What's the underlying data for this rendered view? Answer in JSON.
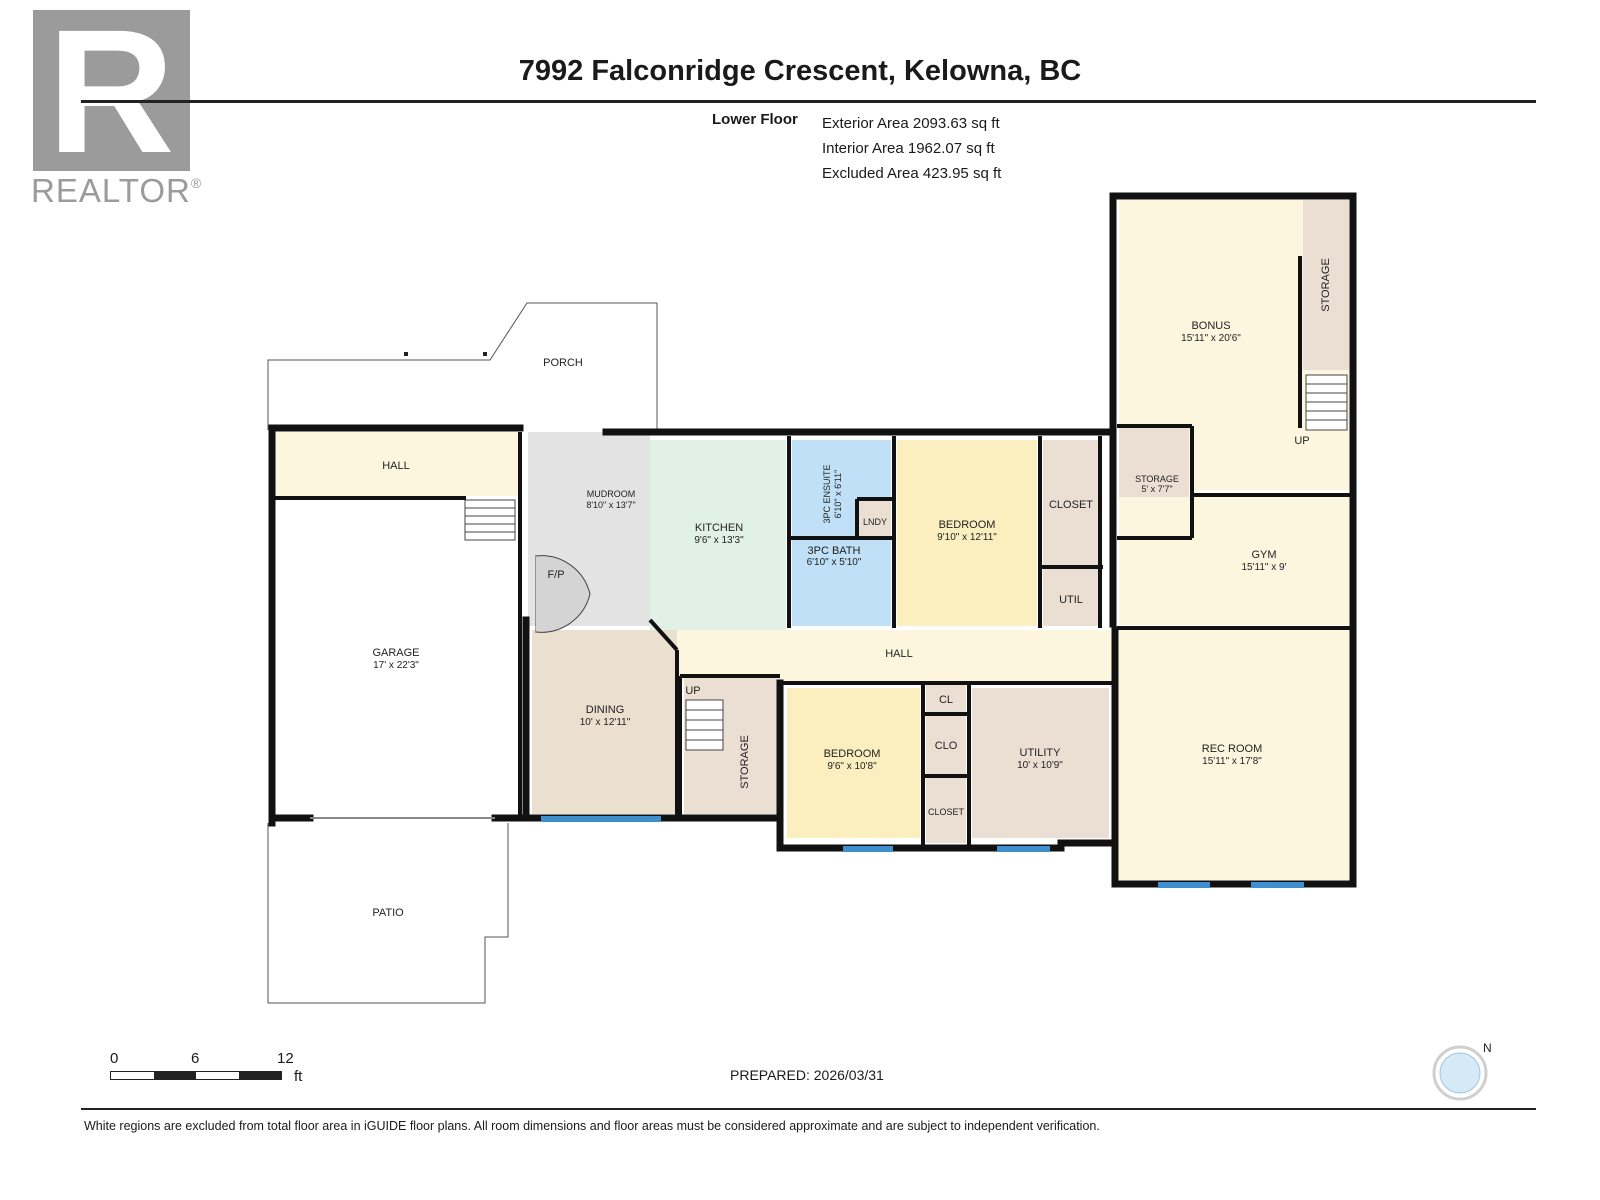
{
  "logo": {
    "letter": "R",
    "word": "REALTOR",
    "mark": "®"
  },
  "title": "7992 Falconridge Crescent, Kelowna, BC",
  "floor_label": "Lower Floor",
  "areas": [
    "Exterior Area 2093.63 sq ft",
    "Interior Area 1962.07 sq ft",
    "Excluded Area 423.95 sq ft"
  ],
  "rooms": {
    "porch": {
      "name": "PORCH"
    },
    "hall_top": {
      "name": "HALL"
    },
    "mudroom": {
      "name": "MUDROOM",
      "dim": "8'10\" x 13'7\""
    },
    "fireplace": {
      "name": "F/P"
    },
    "kitchen": {
      "name": "KITCHEN",
      "dim": "9'6\" x 13'3\""
    },
    "ensuite": {
      "name": "3PC ENSUITE",
      "dim": "6'10\" x 6'11\""
    },
    "laundry": {
      "name": "LNDY"
    },
    "bath": {
      "name": "3PC BATH",
      "dim": "6'10\" x 5'10\""
    },
    "bedroom1": {
      "name": "BEDROOM",
      "dim": "9'10\" x 12'11\""
    },
    "closet1": {
      "name": "CLOSET"
    },
    "util": {
      "name": "UTIL"
    },
    "bonus": {
      "name": "BONUS",
      "dim": "15'11\" x 20'6\""
    },
    "bonus_storage": {
      "name": "STORAGE"
    },
    "up1": {
      "name": "UP"
    },
    "storage_small": {
      "name": "STORAGE",
      "dim": "5' x 7'7\""
    },
    "gym": {
      "name": "GYM",
      "dim": "15'11\" x 9'"
    },
    "garage": {
      "name": "GARAGE",
      "dim": "17' x 22'3\""
    },
    "hall_main": {
      "name": "HALL"
    },
    "dining": {
      "name": "DINING",
      "dim": "10' x 12'11\""
    },
    "up2": {
      "name": "UP"
    },
    "storage_stair": {
      "name": "STORAGE"
    },
    "bedroom2": {
      "name": "BEDROOM",
      "dim": "9'6\" x 10'8\""
    },
    "cl": {
      "name": "CL"
    },
    "clo": {
      "name": "CLO"
    },
    "closet2": {
      "name": "CLOSET"
    },
    "utility": {
      "name": "UTILITY",
      "dim": "10' x 10'9\""
    },
    "rec": {
      "name": "REC ROOM",
      "dim": "15'11\" x 17'8\""
    },
    "patio": {
      "name": "PATIO"
    }
  },
  "scale": {
    "ticks": [
      "0",
      "6",
      "12"
    ],
    "unit": "ft"
  },
  "prepared": "PREPARED: 2026/03/31",
  "compass": {
    "letter": "N"
  },
  "footer": "White regions are excluded from total floor area in iGUIDE floor plans. All room dimensions and floor areas must be considered approximate and are subject to independent verification.",
  "colors": {
    "hall": "#fdf6df",
    "mudroom": "#e3e3e3",
    "kitchen": "#e2f1e6",
    "bath": "#bfe0f7",
    "bedroom": "#fcefbf",
    "storage": "#ebdfd3",
    "dining": "#ebdfcf",
    "window": "#3f8fcf",
    "wall": "#111111"
  }
}
